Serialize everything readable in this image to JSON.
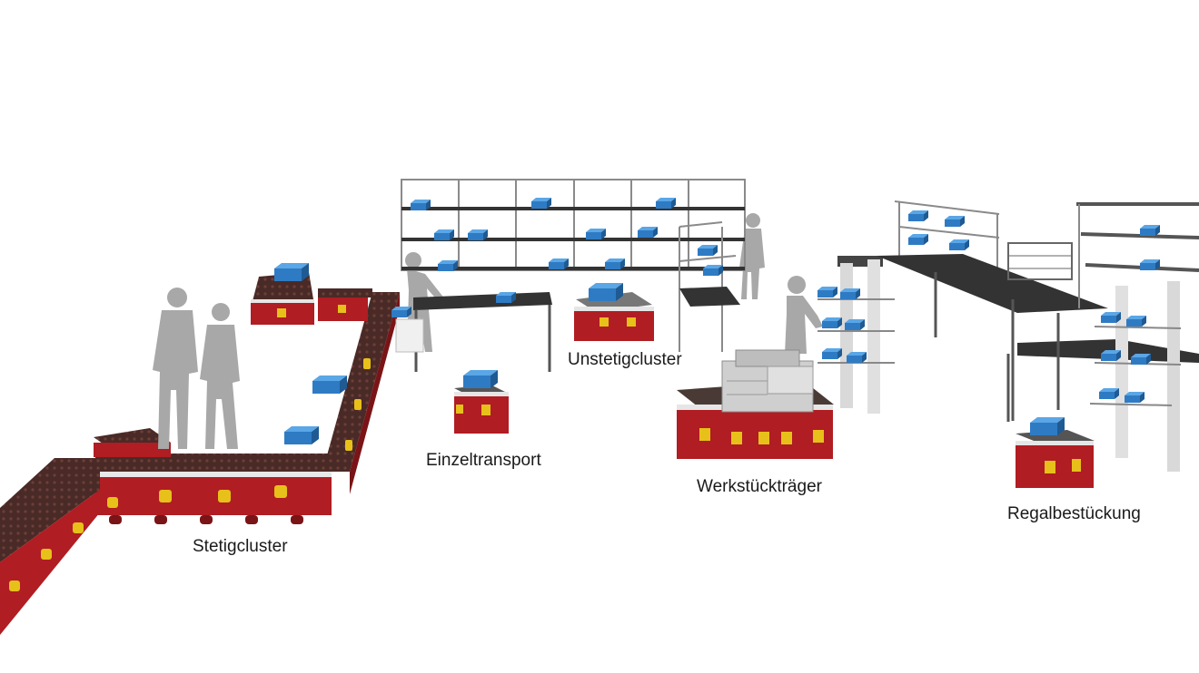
{
  "labels": {
    "stetigcluster": "Stetigcluster",
    "einzeltransport": "Einzeltransport",
    "unstetigcluster": "Unstetigcluster",
    "werkstuecktraeger": "Werkstückträger",
    "regalbestueckung": "Regalbestückung"
  },
  "colors": {
    "module_red": "#b01d22",
    "module_dark": "#7a1416",
    "conveyor_top": "#4a2a26",
    "roller_yellow": "#e8c01a",
    "bin_blue": "#2e7bc4",
    "person_gray": "#a8a8a8",
    "shelf_gray": "#8a8a8a",
    "table_top": "#333333"
  }
}
